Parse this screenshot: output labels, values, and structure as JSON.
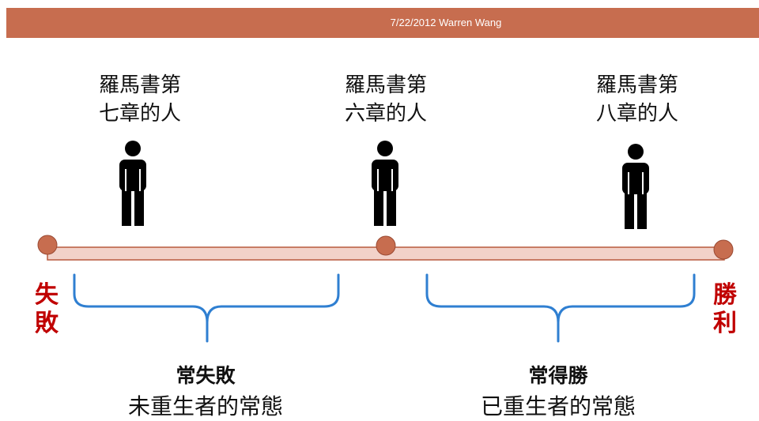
{
  "header": {
    "text": "7/22/2012 Warren Wang"
  },
  "people": [
    {
      "line1": "羅馬書第",
      "line2": "七章的人"
    },
    {
      "line1": "羅馬書第",
      "line2": "六章的人"
    },
    {
      "line1": "羅馬書第",
      "line2": "八章的人"
    }
  ],
  "ends": {
    "left": [
      "失",
      "敗"
    ],
    "right": [
      "勝",
      "利"
    ]
  },
  "groups": [
    {
      "title": "常失敗",
      "subtitle": "未重生者的常態"
    },
    {
      "title": "常得勝",
      "subtitle": "已重生者的常態"
    }
  ],
  "colors": {
    "header": "#c76d4f",
    "bar_fill": "#f2d2c9",
    "bar_stroke": "#b85a3e",
    "dot": "#c76d4f",
    "bracket": "#2f7fd1",
    "end_label": "#c00000"
  }
}
